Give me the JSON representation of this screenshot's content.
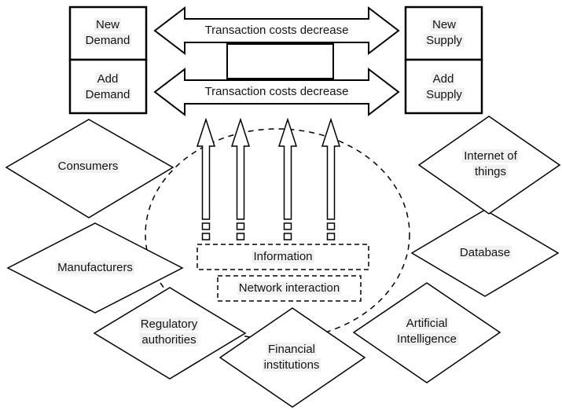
{
  "boxes": {
    "new_demand": "New Demand",
    "add_demand": "Add Demand",
    "new_supply": "New Supply",
    "add_supply": "Add Supply"
  },
  "arrows": {
    "top_label": "Transaction costs decrease",
    "bottom_label": "Transaction costs decrease"
  },
  "center": {
    "information": "Information",
    "network_interaction": "Network interaction"
  },
  "nodes": {
    "consumers": "Consumers",
    "manufacturers": "Manufacturers",
    "regulatory_authorities": "Regulatory authorities",
    "financial_institutions": "Financial institutions",
    "artificial_intelligence": "Artificial Intelligence",
    "database": "Database",
    "internet_of_things": "Internet of things"
  },
  "colors": {
    "stroke": "#000000",
    "fill": "#ffffff",
    "label_highlight": "#f1f1f1"
  }
}
